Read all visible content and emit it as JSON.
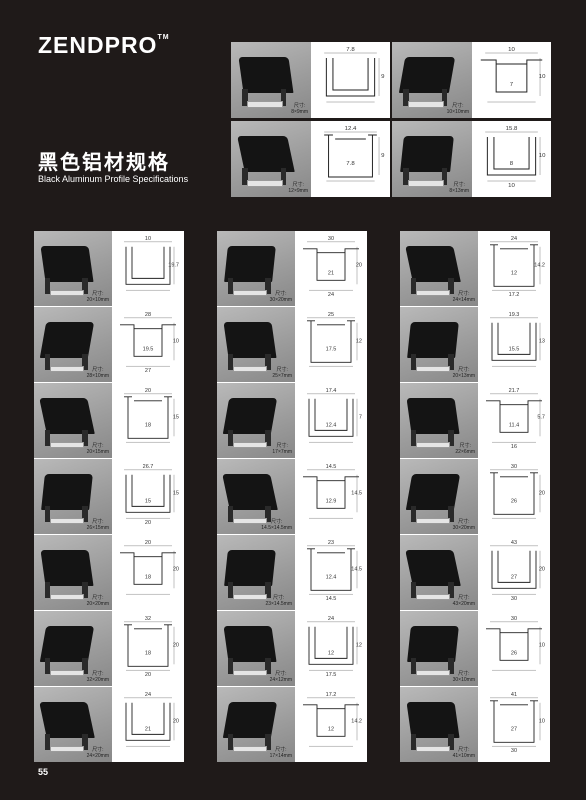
{
  "brand": {
    "logo_text": "ZENDPRO",
    "tm": "TM"
  },
  "heading": {
    "cn": "黑色铝材规格",
    "en": "Black Aluminum Profile Specifications"
  },
  "page_number": "55",
  "size_label": "尺寸:",
  "top_cards": [
    {
      "size": "8×9mm",
      "dims": [
        "7.8",
        "9"
      ]
    },
    {
      "size": "10×10mm",
      "dims": [
        "10",
        "10",
        "7"
      ]
    },
    {
      "size": "12×9mm",
      "dims": [
        "12.4",
        "9",
        "7.8"
      ]
    },
    {
      "size": "8×13mm",
      "dims": [
        "15.8",
        "10",
        "8",
        "10"
      ]
    }
  ],
  "columns": [
    [
      {
        "size": "20×10mm",
        "dims": [
          "10",
          "19.7"
        ]
      },
      {
        "size": "28×10mm",
        "dims": [
          "28",
          "10",
          "19.5",
          "27"
        ]
      },
      {
        "size": "20×15mm",
        "dims": [
          "20",
          "15",
          "18"
        ]
      },
      {
        "size": "26×15mm",
        "dims": [
          "26.7",
          "15",
          "15",
          "20"
        ]
      },
      {
        "size": "20×20mm",
        "dims": [
          "20",
          "20",
          "18"
        ]
      },
      {
        "size": "32×20mm",
        "dims": [
          "32",
          "20",
          "18",
          "20"
        ]
      },
      {
        "size": "24×20mm",
        "dims": [
          "24",
          "20",
          "21"
        ]
      }
    ],
    [
      {
        "size": "30×20mm",
        "dims": [
          "30",
          "20",
          "21",
          "24"
        ]
      },
      {
        "size": "25×7mm",
        "dims": [
          "25",
          "12",
          "17.5"
        ]
      },
      {
        "size": "17×7mm",
        "dims": [
          "17.4",
          "7",
          "12.4"
        ]
      },
      {
        "size": "14.5×14.5mm",
        "dims": [
          "14.5",
          "14.5",
          "12.9"
        ]
      },
      {
        "size": "23×14.5mm",
        "dims": [
          "23",
          "14.5",
          "12.4",
          "14.5"
        ]
      },
      {
        "size": "24×12mm",
        "dims": [
          "24",
          "12",
          "12",
          "17.5"
        ]
      },
      {
        "size": "17×14mm",
        "dims": [
          "17.2",
          "14.2",
          "12"
        ]
      }
    ],
    [
      {
        "size": "24×14mm",
        "dims": [
          "24",
          "14.2",
          "12",
          "17.2"
        ]
      },
      {
        "size": "20×13mm",
        "dims": [
          "19.3",
          "13",
          "15.5"
        ]
      },
      {
        "size": "22×6mm",
        "dims": [
          "21.7",
          "5.7",
          "11.4",
          "16"
        ]
      },
      {
        "size": "30×20mm",
        "dims": [
          "30",
          "20",
          "26"
        ]
      },
      {
        "size": "43×20mm",
        "dims": [
          "43",
          "20",
          "27",
          "30"
        ]
      },
      {
        "size": "30×10mm",
        "dims": [
          "30",
          "10",
          "26"
        ]
      },
      {
        "size": "41×10mm",
        "dims": [
          "41",
          "10",
          "27",
          "30"
        ]
      }
    ]
  ]
}
